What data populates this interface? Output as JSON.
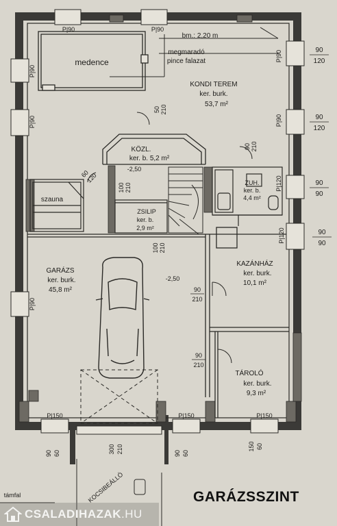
{
  "title": "GARÁZSSZINT",
  "brand": {
    "name": "CSALADIHAZAK",
    "tld": ".HU"
  },
  "rooms": {
    "medence": "medence",
    "kondi": {
      "name": "KONDI TEREM",
      "floor": "ker. burk.",
      "area": "53,7 m²"
    },
    "kozl": {
      "name": "KÖZL.",
      "floor": "ker. b.",
      "area": "5,2 m²"
    },
    "szauna": "szauna",
    "zuh": {
      "name": "ZUH.",
      "floor": "ker. b.",
      "area": "4,4 m²"
    },
    "zsilip": {
      "name": "ZSILIP",
      "floor": "ker. b.",
      "area": "2,9 m²"
    },
    "garazs": {
      "name": "GARÁZS",
      "floor": "ker. burk.",
      "area": "45,8 m²"
    },
    "kazanhaz": {
      "name": "KAZÁNHÁZ",
      "floor": "ker. burk.",
      "area": "10,1 m²"
    },
    "tarolo": {
      "name": "TÁROLÓ",
      "floor": "ker. burk.",
      "area": "9,3 m²"
    }
  },
  "notes": {
    "bm": "bm.: 2,20 m",
    "megmarado1": "megmaradó",
    "megmarado2": "pince falazat",
    "kocsibeallo": "KOCSIBEÁLLÓ",
    "tamfal": "támfal"
  },
  "levels": {
    "kozl": "-2,50",
    "garazs": "-2,50"
  },
  "parapets": {
    "p90": "P|90",
    "p120": "P|120",
    "p150": "P|150"
  },
  "dims": {
    "w90_120": {
      "w": "90",
      "h": "120"
    },
    "w90_90": {
      "w": "90",
      "h": "90"
    },
    "d90_210": {
      "w": "90",
      "h": "210"
    },
    "d100_210": {
      "w": "100",
      "h": "210"
    },
    "d80_210": {
      "w": "80",
      "h": "210"
    },
    "d60_120": {
      "w": "60",
      "h": "120"
    },
    "d90_60": {
      "w": "90",
      "h": "60"
    },
    "d300_210": {
      "w": "300",
      "h": "210"
    },
    "d150_60": {
      "w": "150",
      "h": "60"
    },
    "d50_210": {
      "w": "50",
      "h": "210"
    }
  }
}
